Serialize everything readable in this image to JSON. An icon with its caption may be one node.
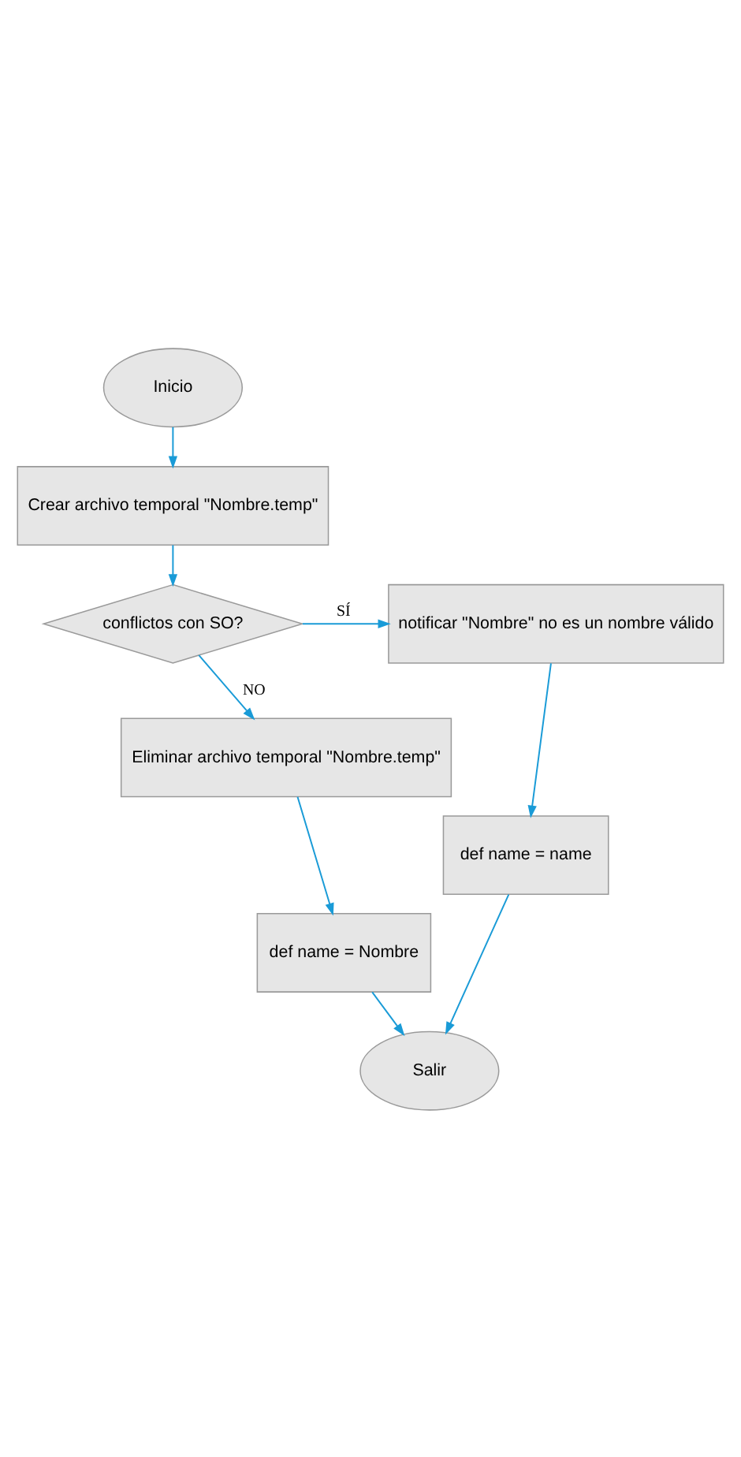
{
  "diagram": {
    "nodes": [
      {
        "text": [
          "Inicio"
        ]
      },
      {
        "text": [
          "Crear archivo temporal \"Nombre.temp\""
        ]
      },
      {
        "text": [
          "conflictos con SO?"
        ]
      },
      {
        "text": [
          "notificar \"Nombre\" no es un nombre válido"
        ]
      },
      {
        "text": [
          "Eliminar archivo temporal \"Nombre.temp\""
        ]
      },
      {
        "text": [
          "def name = name"
        ]
      },
      {
        "text": [
          "def name = Nombre"
        ]
      },
      {
        "text": [
          "Salir"
        ]
      }
    ],
    "edges": [
      {
        "from": 0,
        "to": 1,
        "arrow": "to"
      },
      {
        "from": 1,
        "to": 2,
        "arrow": "to"
      },
      {
        "from": 2,
        "to": 3,
        "arrow": "to",
        "label": "SÍ"
      },
      {
        "from": 2,
        "to": 4,
        "arrow": "to",
        "label": "NO"
      },
      {
        "from": 3,
        "to": 5,
        "arrow": "to"
      },
      {
        "from": 4,
        "to": 6,
        "arrow": "to"
      },
      {
        "from": 6,
        "to": 7,
        "arrow": "to"
      },
      {
        "from": 5,
        "to": 7,
        "arrow": "to"
      }
    ]
  }
}
